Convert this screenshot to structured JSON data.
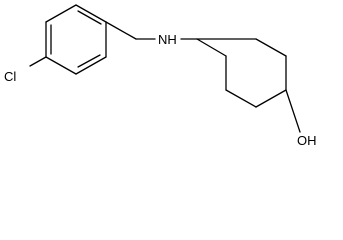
{
  "molecule": {
    "atoms": {
      "chlorine": "Cl",
      "amine": "NH",
      "hydroxyl": "OH"
    },
    "colors": {
      "bond": "#000000",
      "label": "#000000",
      "background": "#ffffff"
    }
  }
}
